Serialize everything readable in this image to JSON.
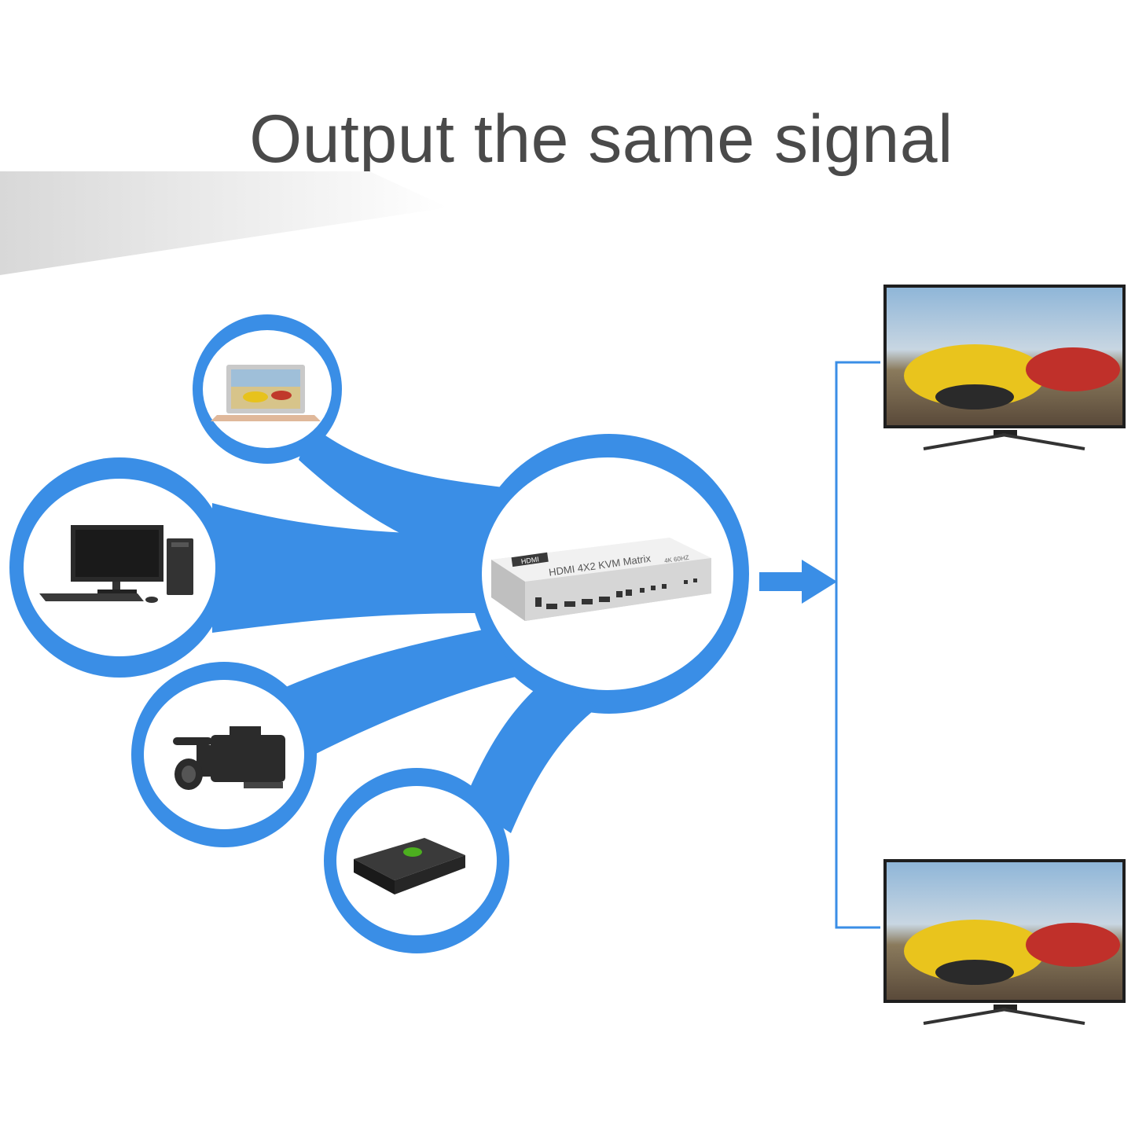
{
  "headline": "Output the same signal",
  "colors": {
    "accent_blue": "#3a8ee6",
    "line_blue": "#3a8ee6",
    "text_gray": "#4a4a4a"
  },
  "matrix_device": {
    "logo_text": "HDMI",
    "model_text": "HDMI 4X2 KVM Matrix",
    "resolution_text": "4K 60HZ"
  },
  "inputs": [
    {
      "name": "laptop",
      "icon": "laptop-icon"
    },
    {
      "name": "desktop-pc",
      "icon": "desktop-computer-icon"
    },
    {
      "name": "camcorder",
      "icon": "video-camera-icon"
    },
    {
      "name": "set-top-box",
      "icon": "media-box-icon"
    }
  ],
  "outputs": [
    {
      "name": "display-1",
      "icon": "tv-icon"
    },
    {
      "name": "display-2",
      "icon": "tv-icon"
    }
  ]
}
